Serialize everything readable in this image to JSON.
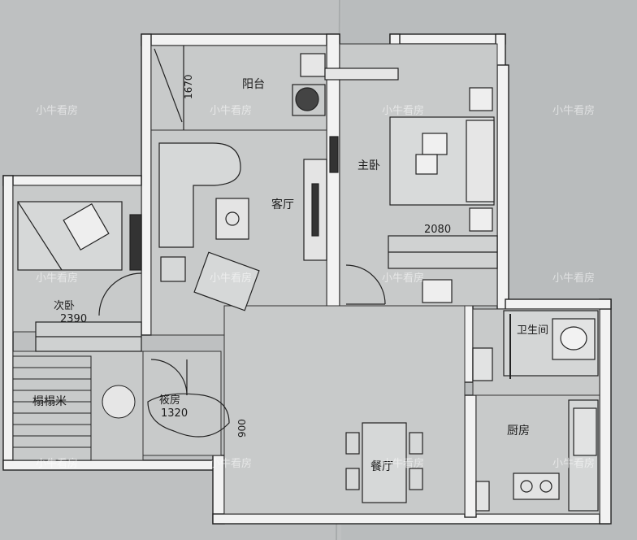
{
  "rooms": {
    "balcony": "阳台",
    "living_room": "客厅",
    "master_bedroom": "主卧",
    "second_bedroom": "次卧",
    "tatami": "榻榻米",
    "bathroom": "卫生间",
    "kitchen": "厨房",
    "dining_room": "餐厅",
    "study": "筱房"
  },
  "dimensions": {
    "balcony_depth": "1670",
    "master_bedroom_width": "2080",
    "second_bedroom_width": "2390",
    "study_width": "1320",
    "study_depth": "900"
  },
  "watermark": "小牛看房",
  "colors": {
    "paper": "#b9bcbd",
    "wall": "#f4f4f4",
    "line": "#1d1d1d",
    "fill_light": "#cfd1d1"
  }
}
